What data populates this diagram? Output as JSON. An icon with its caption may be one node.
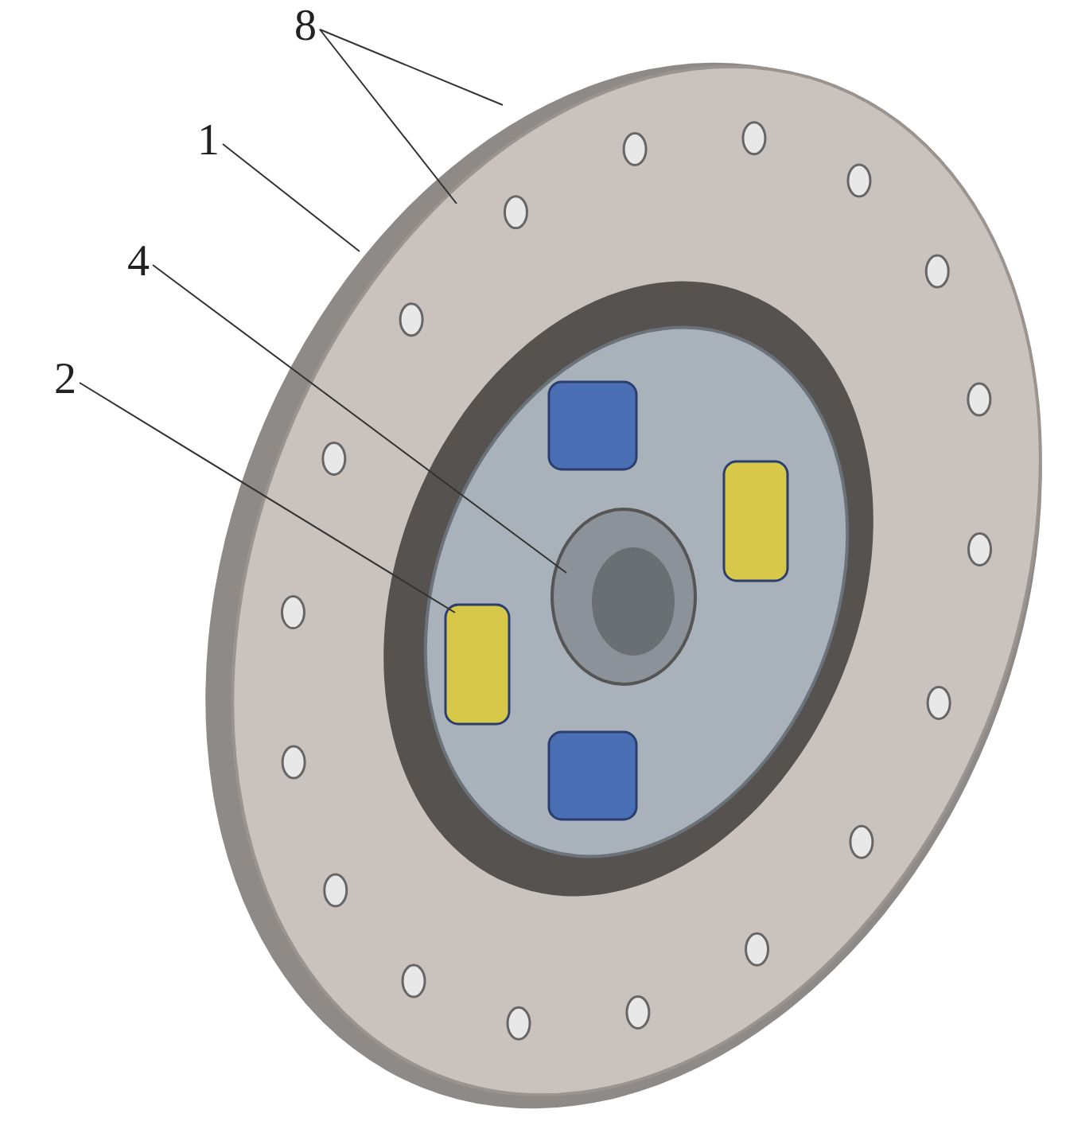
{
  "diagram": {
    "nodes": [
      {
        "text": [
          "8"
        ]
      },
      {
        "text": [
          "1"
        ]
      },
      {
        "text": [
          "4"
        ]
      },
      {
        "text": [
          "2"
        ]
      }
    ],
    "edges": [
      {
        "from": 0,
        "to": null,
        "arrow": "none"
      },
      {
        "from": 0,
        "to": null,
        "arrow": "none"
      },
      {
        "from": 1,
        "to": null,
        "arrow": "none"
      },
      {
        "from": 2,
        "to": null,
        "arrow": "none"
      },
      {
        "from": 3,
        "to": null,
        "arrow": "none"
      }
    ]
  }
}
